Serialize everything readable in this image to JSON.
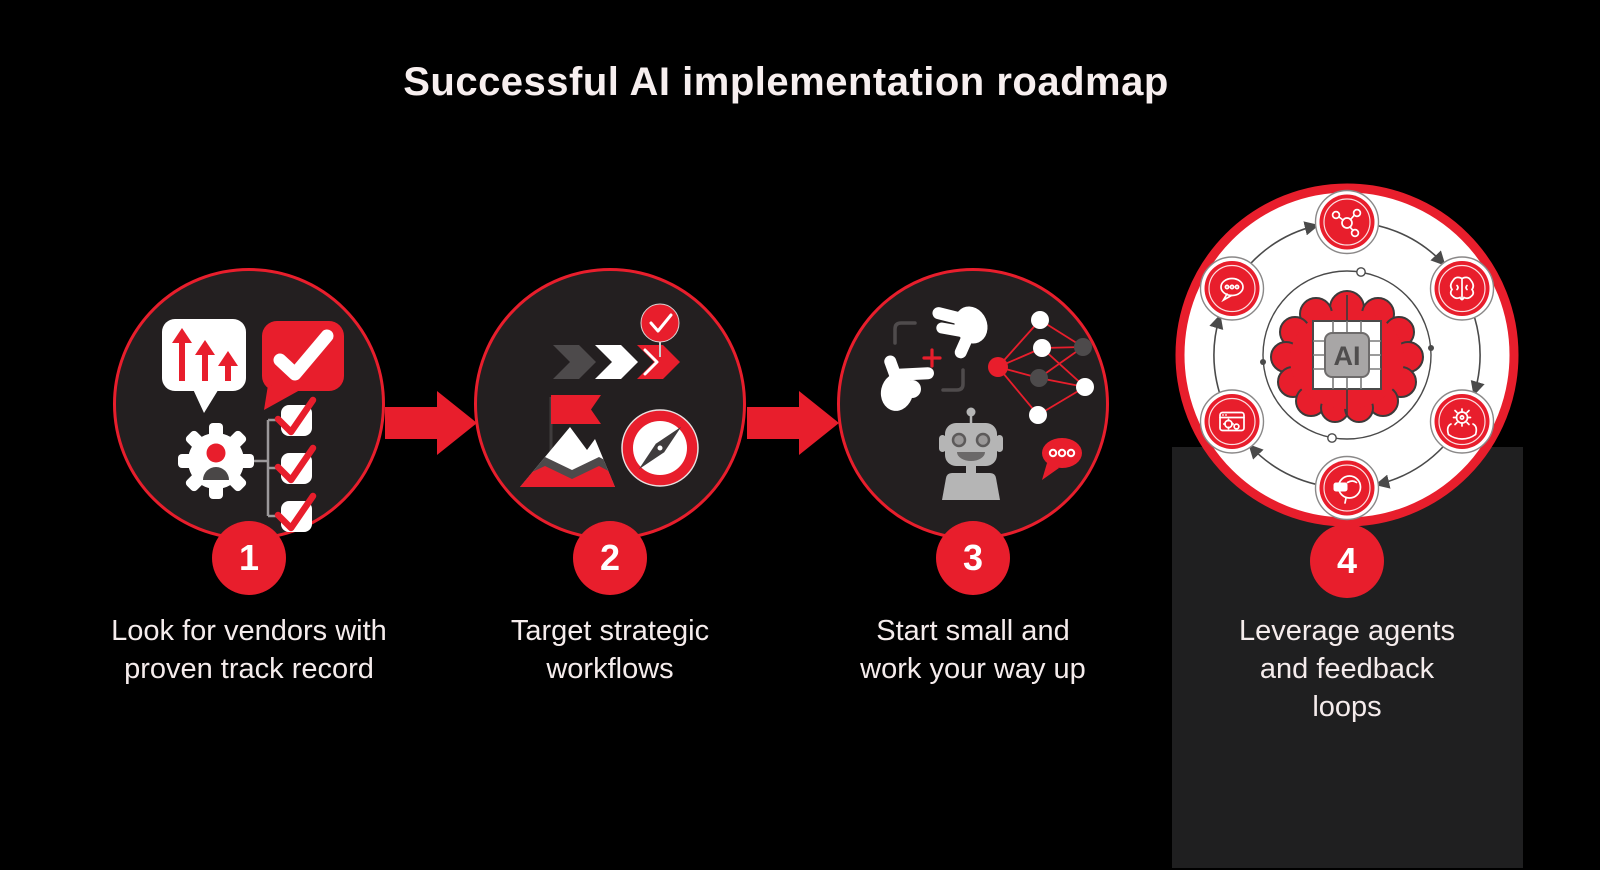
{
  "title": "Successful AI implementation roadmap",
  "colors": {
    "background": "#000000",
    "accent_red": "#e81e2c",
    "step_circle_fill": "#231f20",
    "panel_fill": "#1f1f20",
    "caption_text": "#f5ecec",
    "icon_white": "#ffffff",
    "dark_gray": "#4d4a4b",
    "robot_gray": "#b5b5b5"
  },
  "steps": [
    {
      "number": "1",
      "caption_lines": [
        "Look for vendors with",
        "proven track record"
      ],
      "icons": [
        "growth-chart-bubble",
        "check-speech-bubble",
        "gear-person",
        "vendor-checklist"
      ]
    },
    {
      "number": "2",
      "caption_lines": [
        "Target strategic",
        "workflows"
      ],
      "icons": [
        "process-chevrons",
        "milestone-check",
        "mountain-flag",
        "compass"
      ]
    },
    {
      "number": "3",
      "caption_lines": [
        "Start small and",
        "work your way up"
      ],
      "icons": [
        "framing-hands",
        "neural-network",
        "chatbot",
        "chat-bubble"
      ]
    },
    {
      "number": "4",
      "caption_lines": [
        "Leverage agents",
        "and feedback",
        "loops"
      ],
      "center_label": "AI",
      "orbit_icons": [
        "molecule",
        "brain",
        "hands-gear",
        "vr-head",
        "automation-browser",
        "chat-dots"
      ]
    }
  ]
}
